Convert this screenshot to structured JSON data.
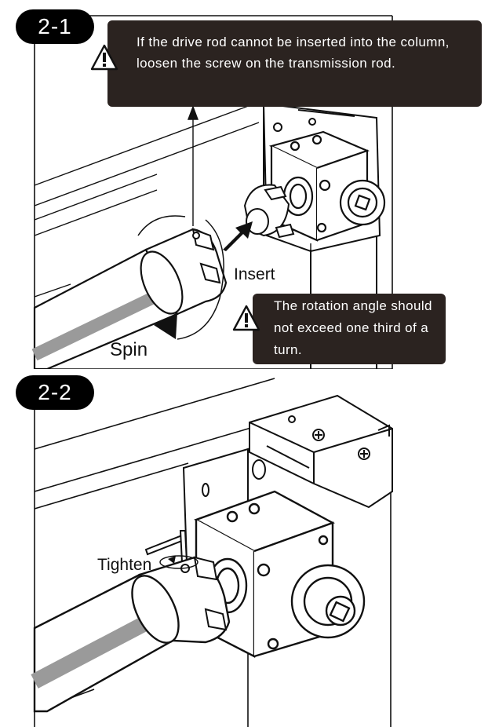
{
  "steps": {
    "step1": {
      "badge": "2-1",
      "warning": "If the drive rod cannot be inserted into the column, loosen the screw on the transmission rod.",
      "note": "The rotation angle should not exceed one third of a turn.",
      "insert_label": "Insert",
      "spin_label": "Spin"
    },
    "step2": {
      "badge": "2-2",
      "tighten_label": "Tighten"
    }
  },
  "colors": {
    "badge_bg": "#000000",
    "callout_bg": "#2b2320",
    "line": "#111111",
    "rod_shade": "#9a9a9a"
  },
  "icons": [
    "warning-triangle-icon",
    "insert-arrow-icon",
    "rotation-arrow-icon"
  ]
}
